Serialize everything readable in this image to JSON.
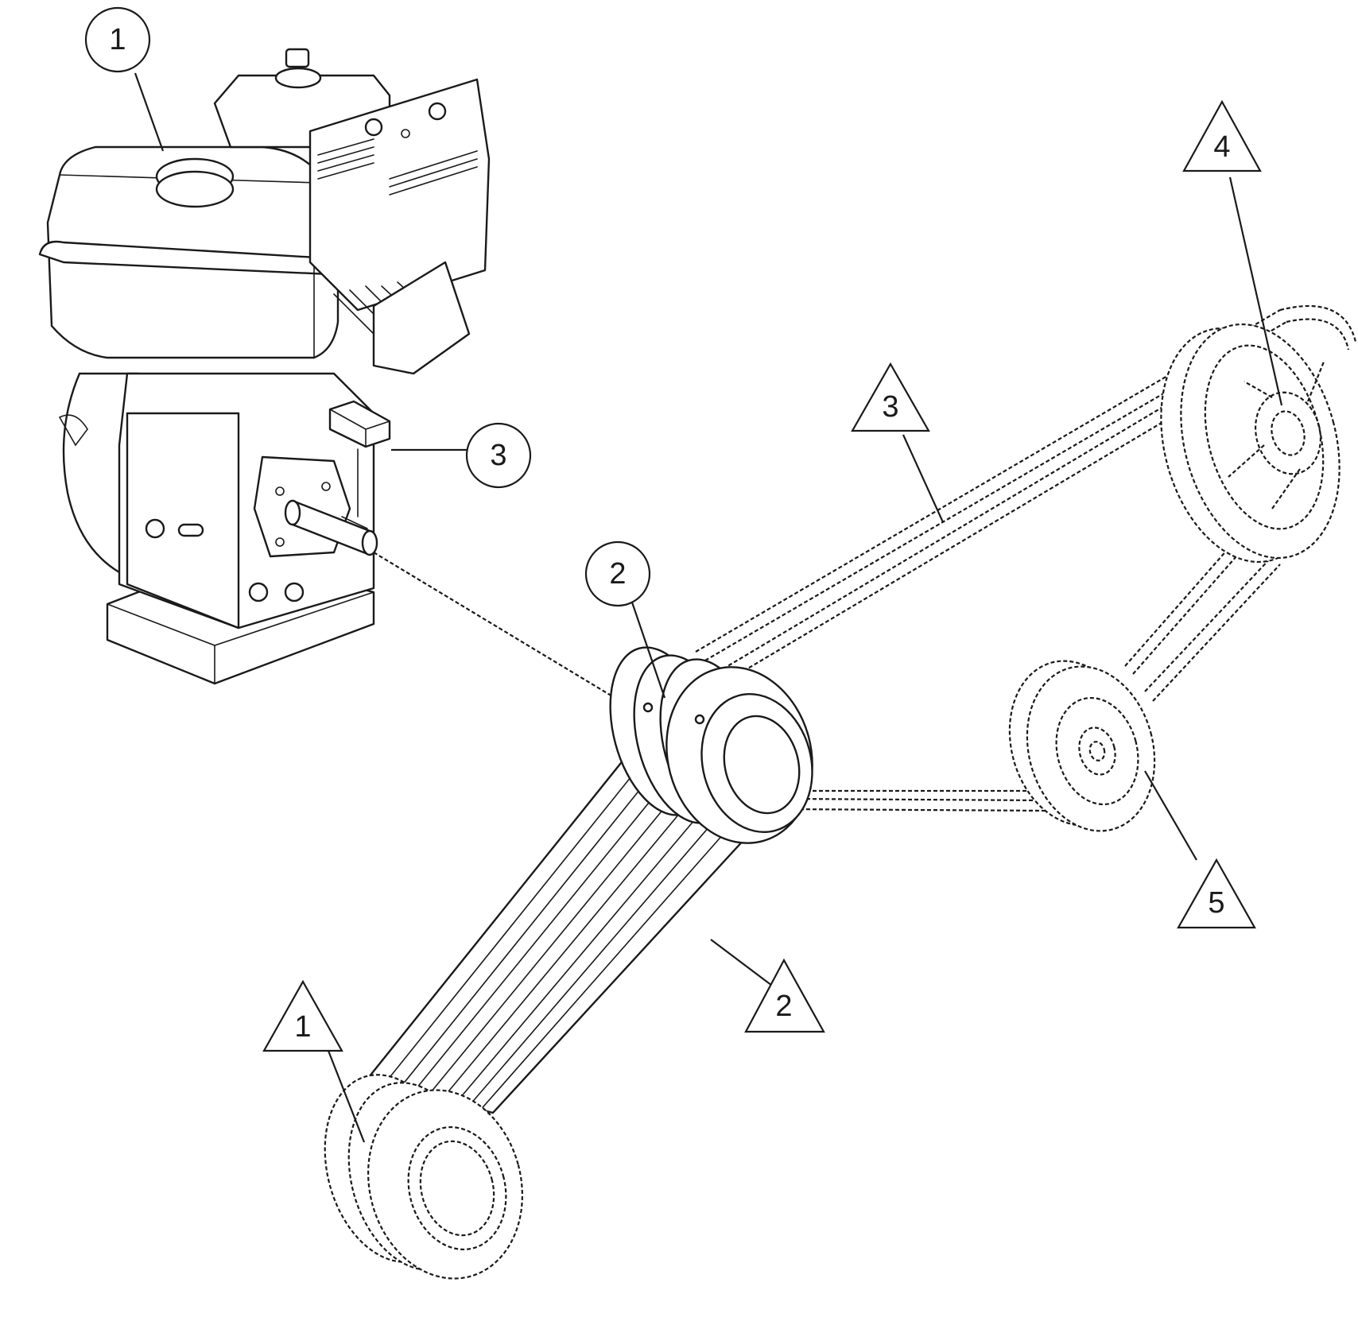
{
  "callouts": {
    "circle_1": "1",
    "circle_2": "2",
    "circle_3": "3",
    "triangle_1": "1",
    "triangle_2": "2",
    "triangle_3": "3",
    "triangle_4": "4",
    "triangle_5": "5"
  },
  "colors": {
    "ink": "#1a1a1a",
    "paper": "#ffffff"
  }
}
